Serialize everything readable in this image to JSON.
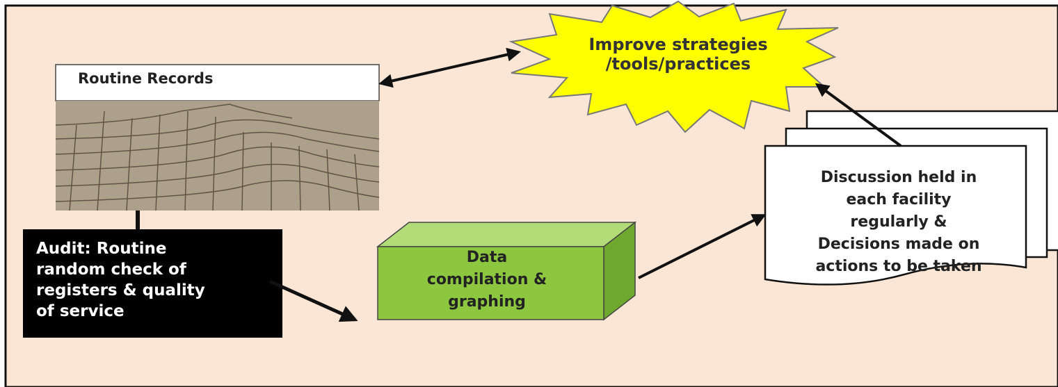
{
  "diagram": {
    "starburst": {
      "line1": "Improve strategies",
      "line2": "/tools/practices"
    },
    "routine_records": {
      "title": "Routine Records"
    },
    "audit": {
      "line1": "Audit: Routine",
      "line2": "random check of",
      "line3": "registers & quality",
      "line4": "of service"
    },
    "data_box": {
      "line1": "Data",
      "line2": "compilation &",
      "line3": "graphing"
    },
    "discussion": {
      "line1": "Discussion held in",
      "line2": "each facility",
      "line3": "regularly &",
      "line4": "Decisions made on",
      "line5": "actions to be taken"
    },
    "colors": {
      "background": "#fbe6d6",
      "starburst": "#ffff00",
      "box_front": "#8dc63f",
      "box_top": "#b2dc77",
      "box_side": "#6fa82f",
      "audit_bg": "#000000"
    }
  }
}
